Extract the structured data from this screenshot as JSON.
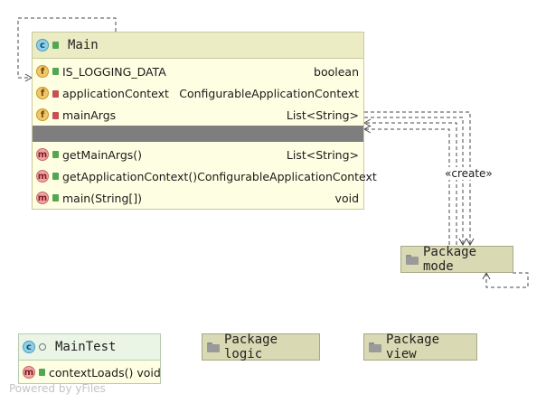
{
  "main_class": {
    "name": "Main",
    "fields": [
      {
        "name": "IS_LOGGING_DATA",
        "type": "boolean",
        "badge": "f",
        "visibility": "public",
        "static": true
      },
      {
        "name": "applicationContext",
        "type": "ConfigurableApplicationContext",
        "badge": "f",
        "visibility": "private",
        "static": false
      },
      {
        "name": "mainArgs",
        "type": "List<String>",
        "badge": "f",
        "visibility": "private",
        "static": false
      }
    ],
    "methods": [
      {
        "name": "getMainArgs()",
        "type": "List<String>",
        "badge": "m",
        "visibility": "public"
      },
      {
        "name": "getApplicationContext()",
        "type": "ConfigurableApplicationContext",
        "badge": "m",
        "visibility": "public"
      },
      {
        "name": "main(String[])",
        "type": "void",
        "badge": "m",
        "visibility": "public",
        "static": true
      }
    ]
  },
  "test_class": {
    "name": "MainTest",
    "methods": [
      {
        "name": "contextLoads()",
        "type": "void",
        "badge": "m",
        "visibility": "public"
      }
    ]
  },
  "packages": {
    "mode": "Package mode",
    "logic": "Package logic",
    "view": "Package view"
  },
  "edge_label": "«create»",
  "watermark": "Powered by yFiles",
  "colors": {
    "class_header": "#ececc4",
    "class_body": "#fefee2",
    "test_header": "#eaf5e6",
    "package_fill": "#d9d9b4",
    "separator": "#7e7e7e",
    "edge": "#4a4a4a"
  }
}
